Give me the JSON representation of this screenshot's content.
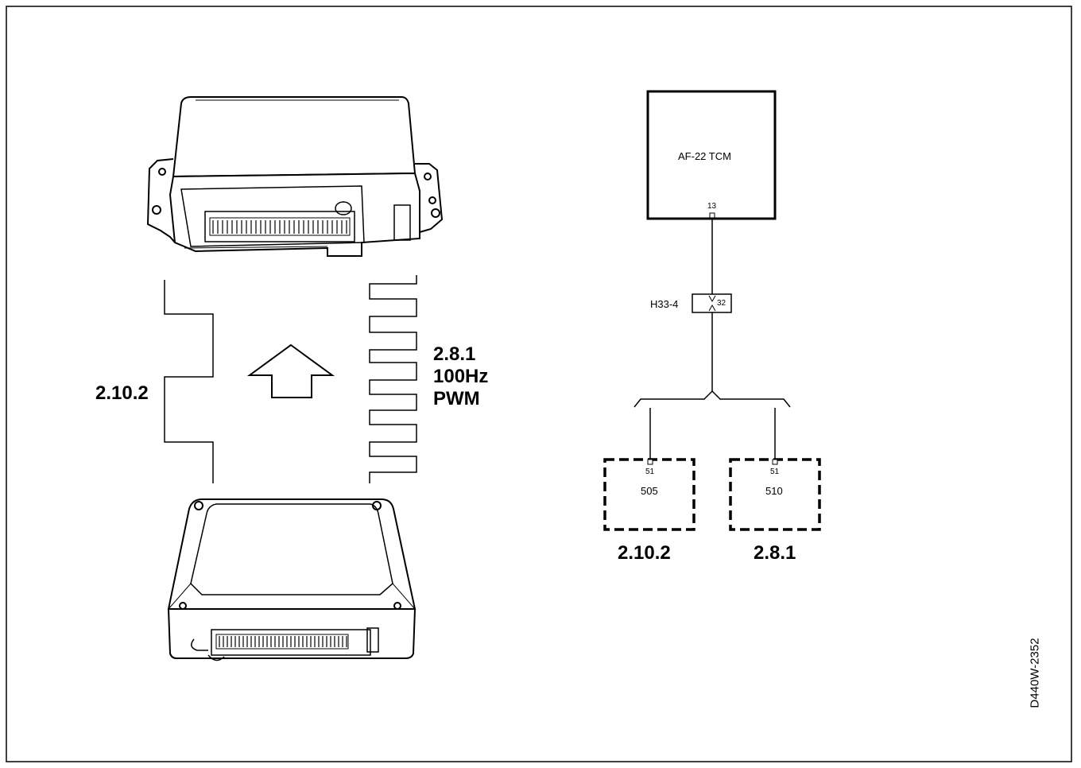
{
  "left_panel": {
    "label_signal_a": "2.10.2",
    "label_signal_b_lines": [
      "2.8.1",
      "100Hz",
      "PWM"
    ]
  },
  "right_panel": {
    "tcm_label": "AF-22 TCM",
    "tcm_pin": "13",
    "connector_label": "H33-4",
    "connector_pin": "32",
    "module_a": {
      "id": "505",
      "pin": "51",
      "label": "2.10.2"
    },
    "module_b": {
      "id": "510",
      "pin": "51",
      "label": "2.8.1"
    }
  },
  "figure_code": "D440W-2352"
}
